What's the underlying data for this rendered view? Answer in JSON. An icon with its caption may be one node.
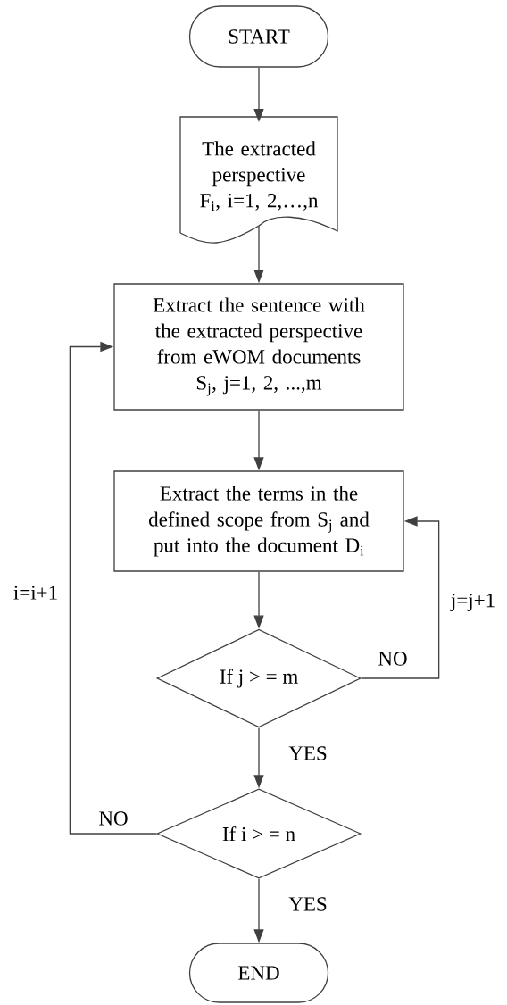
{
  "diagram": {
    "nodes": [
      {
        "text": [
          "START"
        ]
      },
      {
        "text": [
          "The extracted perspective",
          "F$_{i}$, i=1, 2,…,n"
        ]
      },
      {
        "text": [
          "Extract the sentence with the extracted perspective from eWOM documents",
          "S$_{j}$, j=1, 2, ...,m"
        ]
      },
      {
        "text": [
          "Extract the terms in the defined scope from S$_{j}$ and put into the document D$_{i}$"
        ]
      },
      {
        "text": [
          "If  j > = m"
        ]
      },
      {
        "text": [
          "If  i > = n"
        ]
      },
      {
        "text": [
          "END"
        ]
      }
    ],
    "edges": [
      {
        "from": 0,
        "to": 1,
        "arrow": "to"
      },
      {
        "from": 1,
        "to": 2,
        "arrow": "to"
      },
      {
        "from": 2,
        "to": 3,
        "arrow": "to"
      },
      {
        "from": 3,
        "to": 4,
        "arrow": "to"
      },
      {
        "from": 4,
        "to": 5,
        "arrow": "to",
        "label": "YES"
      },
      {
        "from": 4,
        "to": 3,
        "arrow": "to",
        "label": "NO"
      },
      {
        "from": 5,
        "to": 2,
        "arrow": "to",
        "label": "NO"
      },
      {
        "from": 5,
        "to": 6,
        "arrow": "to",
        "label": "YES"
      }
    ],
    "labels": [
      "i=i+1",
      "j=j+1"
    ]
  }
}
